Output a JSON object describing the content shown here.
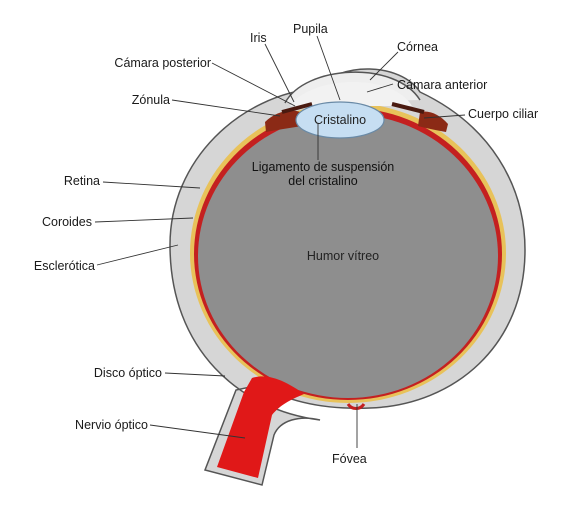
{
  "labels": {
    "pupila": "Pupila",
    "iris": "Iris",
    "cornea": "Córnea",
    "camara_posterior": "Cámara posterior",
    "camara_anterior": "Cámara anterior",
    "zonula": "Zónula",
    "cristalino": "Cristalino",
    "cuerpo_ciliar": "Cuerpo ciliar",
    "ligamento_1": "Ligamento de suspensión",
    "ligamento_2": "del cristalino",
    "retina": "Retina",
    "coroides": "Coroides",
    "esclerotica": "Esclerótica",
    "humor_vitreo": "Humor vítreo",
    "disco_optico": "Disco óptico",
    "nervio_optico": "Nervio óptico",
    "fovea": "Fóvea"
  },
  "colors": {
    "sclera": "#d6d6d6",
    "outline": "#555555",
    "choroid": "#e8c25a",
    "retina": "#c42020",
    "vitreous": "#8e8e8e",
    "lens": "#c6def2",
    "nerve": "#e01818",
    "ciliary": "#8b2a16"
  }
}
